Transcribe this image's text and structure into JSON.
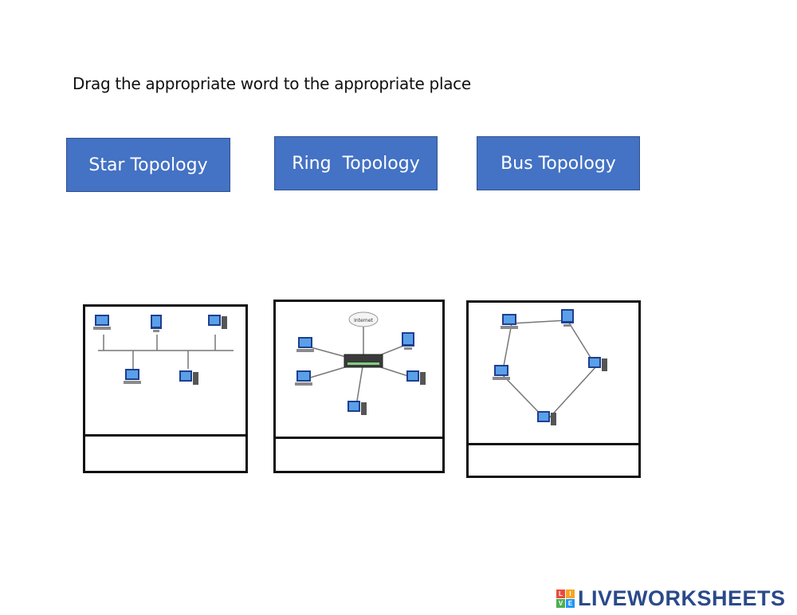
{
  "instruction": "Drag the appropriate word to the appropriate place",
  "words": [
    {
      "label": "Star Topology"
    },
    {
      "label": "Ring  Topology"
    },
    {
      "label": "Bus Topology"
    }
  ],
  "diagrams": {
    "hub_cloud_label": "Internet"
  },
  "brand": {
    "text": "LIVEWORKSHEETS",
    "logo_letters": [
      "L",
      "I",
      "V",
      "E"
    ]
  },
  "colors": {
    "button_fill": "#4472c4",
    "button_border": "#2f528f",
    "brand_text": "#2a4a8a"
  }
}
